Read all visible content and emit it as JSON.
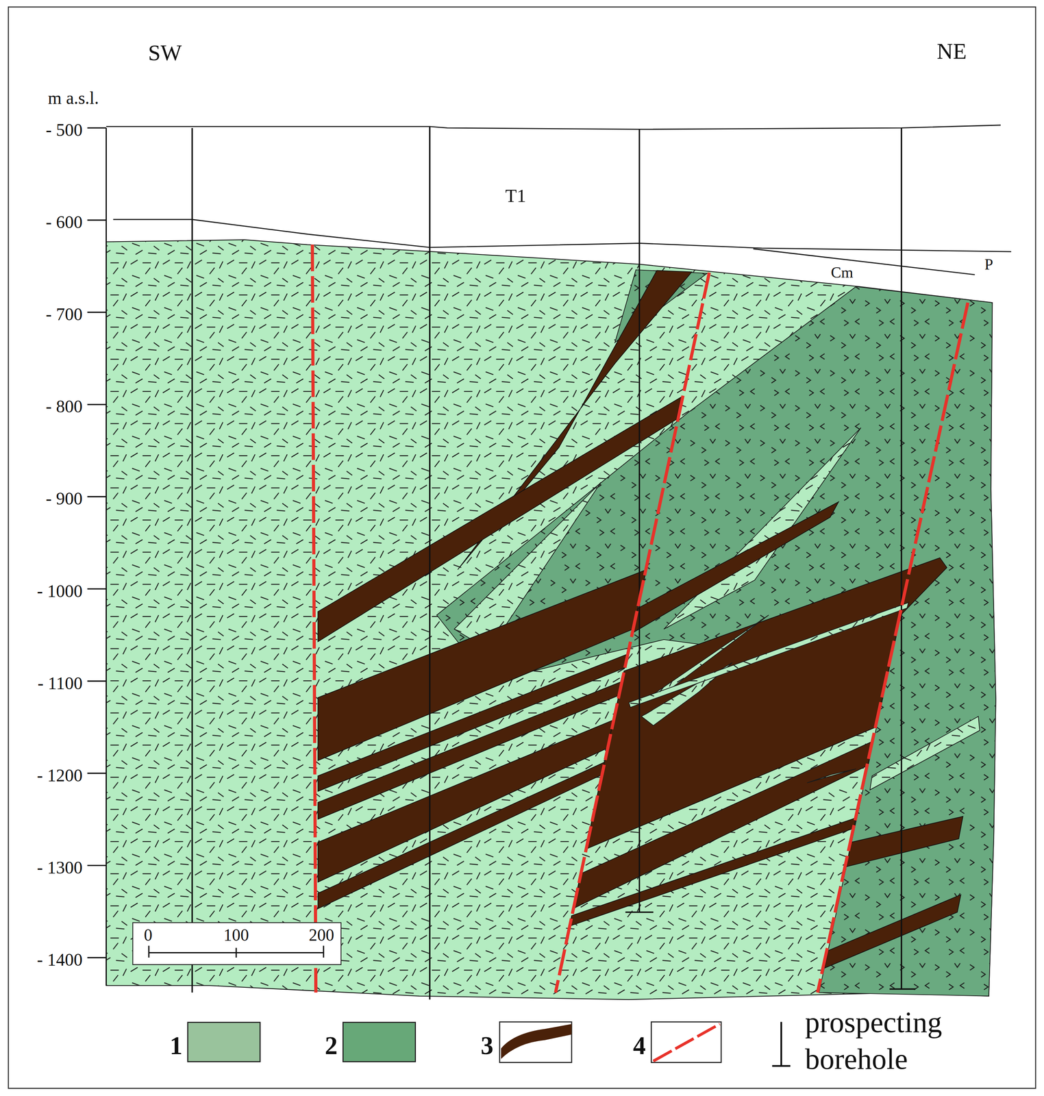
{
  "diagram": {
    "labels": [
      "SW",
      "NE",
      "m a.s.l.",
      "- 500",
      "- 600",
      "- 700",
      "- 800",
      "- 900",
      "- 1000",
      "- 1100",
      "- 1200",
      "- 1300",
      "- 1400",
      "T1",
      "Cm",
      "P",
      "0",
      "100",
      "200"
    ],
    "legend": [
      {
        "text": "1",
        "color": "#99c39c"
      },
      {
        "text": "2",
        "color": "#67a878"
      },
      {
        "text": "3"
      },
      {
        "text": "4"
      },
      {
        "text": "prospecting borehole"
      }
    ]
  }
}
